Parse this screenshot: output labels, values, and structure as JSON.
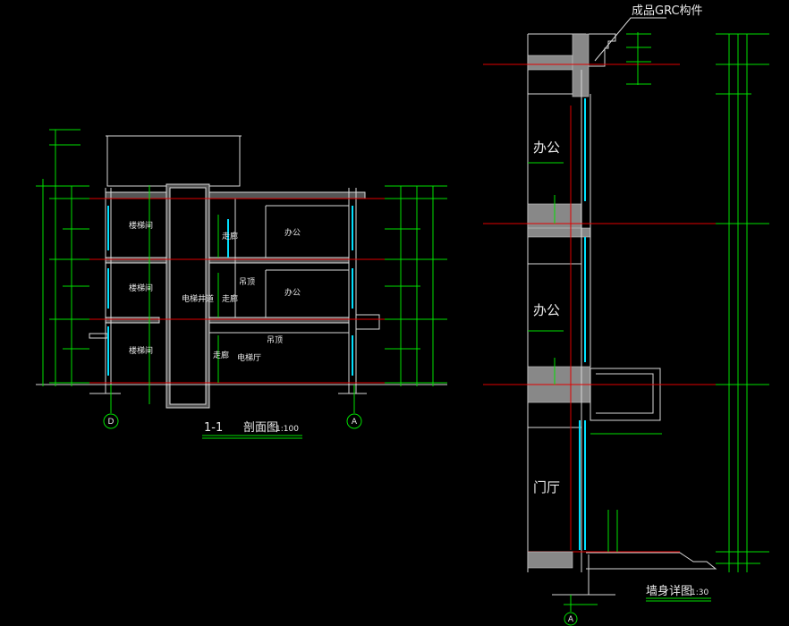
{
  "section": {
    "title_number": "1-1",
    "title": "剖面图",
    "scale": "1:100",
    "axis_left": "D",
    "axis_right": "A",
    "rooms": [
      "楼梯间",
      "楼梯间",
      "楼梯间",
      "电梯井道",
      "走廊",
      "走廊",
      "走廊",
      "办公",
      "办公",
      "电梯厅",
      "吊顶",
      "吊顶"
    ]
  },
  "detail": {
    "title": "墙身详图",
    "scale": "1:30",
    "callout": "成品GRC构件",
    "rooms": [
      "办公",
      "办公",
      "门厅"
    ],
    "axis": "A"
  },
  "colors": {
    "background": "#000000",
    "dimension": "#00e000",
    "level_line": "#e00000",
    "wall": "#d8d8d8",
    "glass": "#00e0ff"
  }
}
